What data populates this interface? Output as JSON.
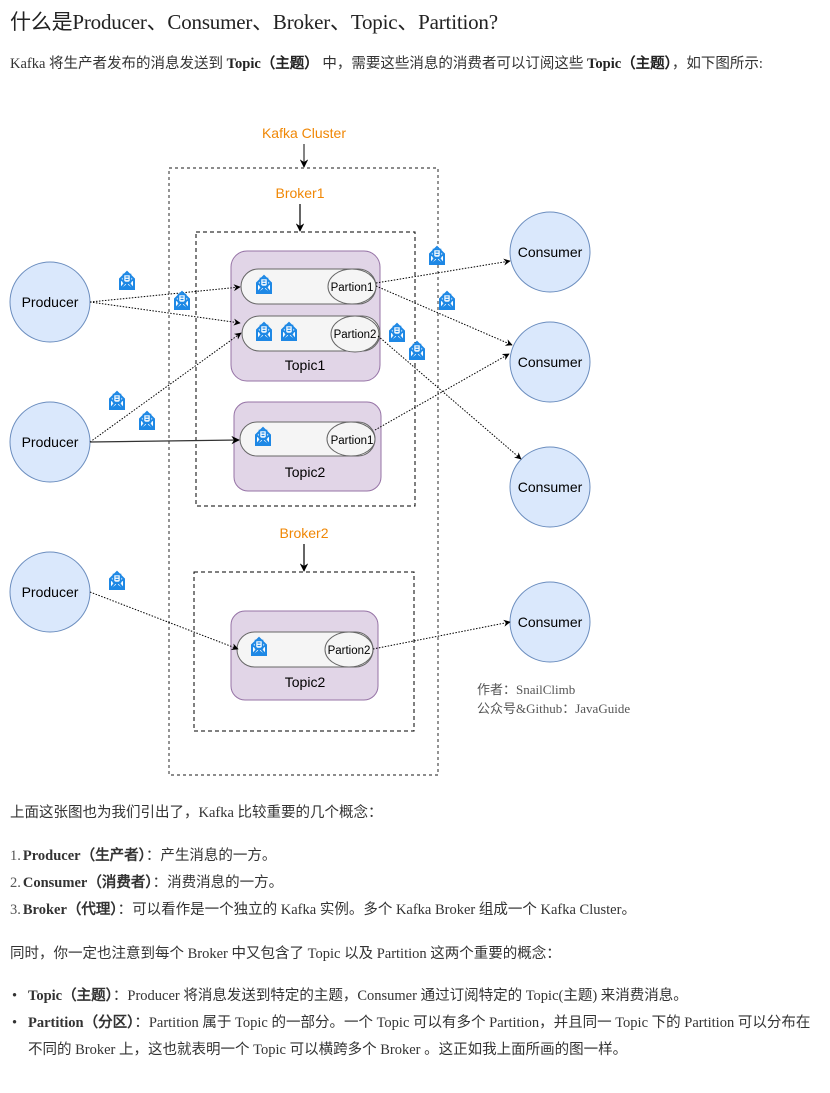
{
  "heading": "什么是Producer、Consumer、Broker、Topic、Partition?",
  "intro": {
    "part1": "Kafka 将生产者发布的消息发送到 ",
    "bold1": "Topic（主题）",
    "part2": " 中，需要这些消息的消费者可以订阅这些 ",
    "bold2": "Topic（主题）",
    "part3": "，如下图所示:"
  },
  "diagram": {
    "cluster_label": "Kafka Cluster",
    "broker1_label": "Broker1",
    "broker2_label": "Broker2",
    "producers": [
      "Producer",
      "Producer",
      "Producer"
    ],
    "consumers": [
      "Consumer",
      "Consumer",
      "Consumer",
      "Consumer"
    ],
    "topics": [
      {
        "name": "Topic1",
        "partitions": [
          "Partion1",
          "Partion2"
        ]
      },
      {
        "name": "Topic2",
        "partitions": [
          "Partion1"
        ]
      },
      {
        "name": "Topic2",
        "partitions": [
          "Partion2"
        ]
      }
    ],
    "credit_line1": "作者：SnailClimb",
    "credit_line2": "公众号&Github：JavaGuide",
    "colors": {
      "label_orange": "#f08705",
      "node_fill": "#dae8fc",
      "node_stroke": "#6c8ebf",
      "topic_fill": "#e1d5e7",
      "topic_stroke": "#9673a6",
      "message_icon": "#1e88e5"
    }
  },
  "concepts_intro": "上面这张图也为我们引出了，Kafka 比较重要的几个概念：",
  "concepts": [
    {
      "num": "1.",
      "term": "Producer（生产者）",
      "desc": "：产生消息的一方。"
    },
    {
      "num": "2.",
      "term": "Consumer（消费者）",
      "desc": "：消费消息的一方。"
    },
    {
      "num": "3.",
      "term": "Broker（代理）",
      "desc": "：可以看作是一个独立的 Kafka 实例。多个 Kafka Broker 组成一个 Kafka Cluster。"
    }
  ],
  "notes_intro": "同时，你一定也注意到每个 Broker 中又包含了 Topic 以及 Partition 这两个重要的概念：",
  "notes": [
    {
      "term": "Topic（主题）",
      "desc": "：Producer 将消息发送到特定的主题，Consumer 通过订阅特定的 Topic(主题) 来消费消息。"
    },
    {
      "term": "Partition（分区）",
      "desc": "：Partition 属于 Topic 的一部分。一个 Topic 可以有多个 Partition，并且同一 Topic 下的 Partition 可以分布在不同的 Broker 上，这也就表明一个 Topic 可以横跨多个 Broker 。这正如我上面所画的图一样。"
    }
  ]
}
